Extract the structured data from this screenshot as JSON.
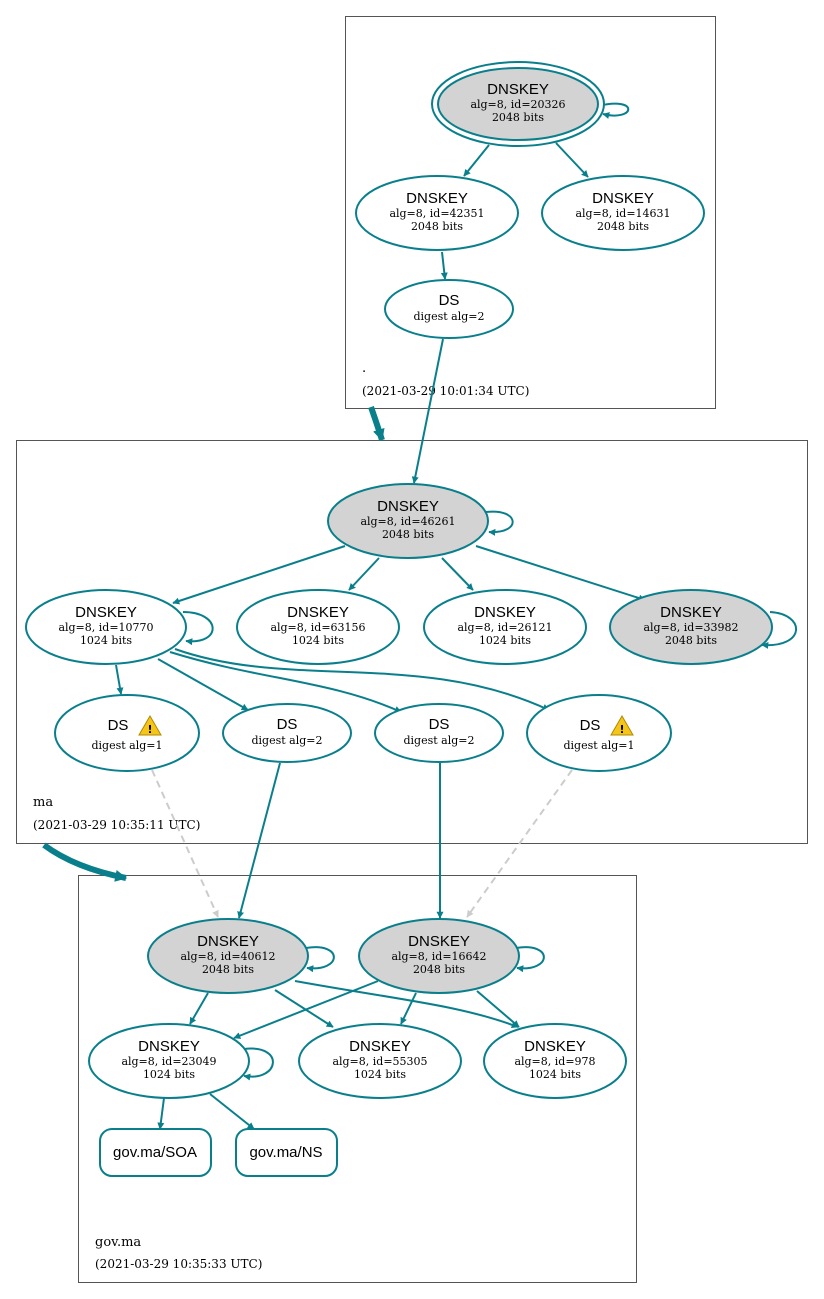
{
  "zones": {
    "root": {
      "name": ".",
      "timestamp": "(2021-03-29 10:01:34 UTC)"
    },
    "ma": {
      "name": "ma",
      "timestamp": "(2021-03-29 10:35:11 UTC)"
    },
    "govma": {
      "name": "gov.ma",
      "timestamp": "(2021-03-29 10:35:33 UTC)"
    }
  },
  "nodes": {
    "root_ksk": {
      "title": "DNSKEY",
      "line1": "alg=8, id=20326",
      "line2": "2048 bits"
    },
    "root_zsk1": {
      "title": "DNSKEY",
      "line1": "alg=8, id=42351",
      "line2": "2048 bits"
    },
    "root_zsk2": {
      "title": "DNSKEY",
      "line1": "alg=8, id=14631",
      "line2": "2048 bits"
    },
    "root_ds": {
      "title": "DS",
      "line1": "digest alg=2"
    },
    "ma_ksk": {
      "title": "DNSKEY",
      "line1": "alg=8, id=46261",
      "line2": "2048 bits"
    },
    "ma_zsk1": {
      "title": "DNSKEY",
      "line1": "alg=8, id=10770",
      "line2": "1024 bits"
    },
    "ma_zsk2": {
      "title": "DNSKEY",
      "line1": "alg=8, id=63156",
      "line2": "1024 bits"
    },
    "ma_zsk3": {
      "title": "DNSKEY",
      "line1": "alg=8, id=26121",
      "line2": "1024 bits"
    },
    "ma_ksk2": {
      "title": "DNSKEY",
      "line1": "alg=8, id=33982",
      "line2": "2048 bits"
    },
    "ma_ds1": {
      "title": "DS",
      "line1": "digest alg=1"
    },
    "ma_ds2": {
      "title": "DS",
      "line1": "digest alg=2"
    },
    "ma_ds3": {
      "title": "DS",
      "line1": "digest alg=2"
    },
    "ma_ds4": {
      "title": "DS",
      "line1": "digest alg=1"
    },
    "gov_ksk1": {
      "title": "DNSKEY",
      "line1": "alg=8, id=40612",
      "line2": "2048 bits"
    },
    "gov_ksk2": {
      "title": "DNSKEY",
      "line1": "alg=8, id=16642",
      "line2": "2048 bits"
    },
    "gov_zsk1": {
      "title": "DNSKEY",
      "line1": "alg=8, id=23049",
      "line2": "1024 bits"
    },
    "gov_zsk2": {
      "title": "DNSKEY",
      "line1": "alg=8, id=55305",
      "line2": "1024 bits"
    },
    "gov_zsk3": {
      "title": "DNSKEY",
      "line1": "alg=8, id=978",
      "line2": "1024 bits"
    },
    "gov_soa": {
      "title": "gov.ma/SOA"
    },
    "gov_ns": {
      "title": "gov.ma/NS"
    }
  },
  "colors": {
    "edge": "#0a7f8c",
    "ksk_fill": "#d3d3d3",
    "warning": "#f5c518",
    "dashed_edge": "#cccccc"
  },
  "icons": {
    "warning": "warning-icon"
  }
}
